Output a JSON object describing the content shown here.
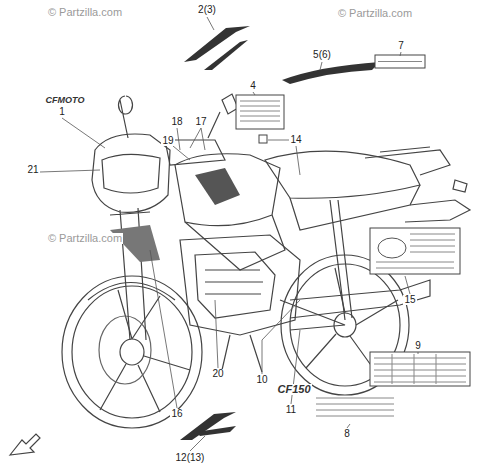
{
  "diagram": {
    "labels": [
      "© Partzilla.com",
      "2(3)",
      "© Partzilla.com",
      "7",
      "5(6)",
      "4",
      "CFMOTO",
      "1",
      "18",
      "17",
      "19",
      "14",
      "21",
      "© Partzilla.com",
      "15",
      "9",
      "20",
      "10",
      "CF150",
      "11",
      "16",
      "8",
      "12(13)"
    ]
  }
}
